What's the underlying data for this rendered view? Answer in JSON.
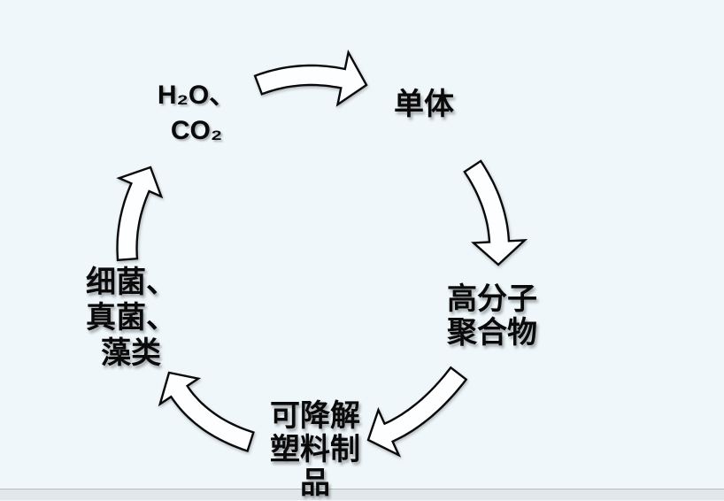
{
  "diagram": {
    "type": "cycle",
    "nodes": [
      {
        "id": "water-co2",
        "lines": [
          "H₂O、",
          "CO₂"
        ]
      },
      {
        "id": "monomer",
        "lines": [
          "单体"
        ]
      },
      {
        "id": "polymer",
        "lines": [
          "高分子",
          "聚合物"
        ]
      },
      {
        "id": "plastic",
        "lines": [
          "可降解",
          "塑料制",
          "品"
        ]
      },
      {
        "id": "microbes",
        "lines": [
          "细菌、",
          "真菌、",
          "藻类"
        ]
      }
    ],
    "arrows": [
      {
        "name": "arrow-water-to-monomer",
        "from": "water-co2",
        "to": "monomer"
      },
      {
        "name": "arrow-monomer-to-polymer",
        "from": "monomer",
        "to": "polymer"
      },
      {
        "name": "arrow-polymer-to-plastic",
        "from": "polymer",
        "to": "plastic"
      },
      {
        "name": "arrow-plastic-to-microbes",
        "from": "plastic",
        "to": "microbes"
      },
      {
        "name": "arrow-microbes-to-water",
        "from": "microbes",
        "to": "water-co2"
      }
    ],
    "colors": {
      "background": "#eff7fb",
      "text": "#0a0a0a",
      "arrow_fill": "#fdfeff",
      "arrow_stroke": "#0a0a0a",
      "footer_line": "#b5bdc1",
      "footer_bg": "#e2e8ea"
    }
  }
}
